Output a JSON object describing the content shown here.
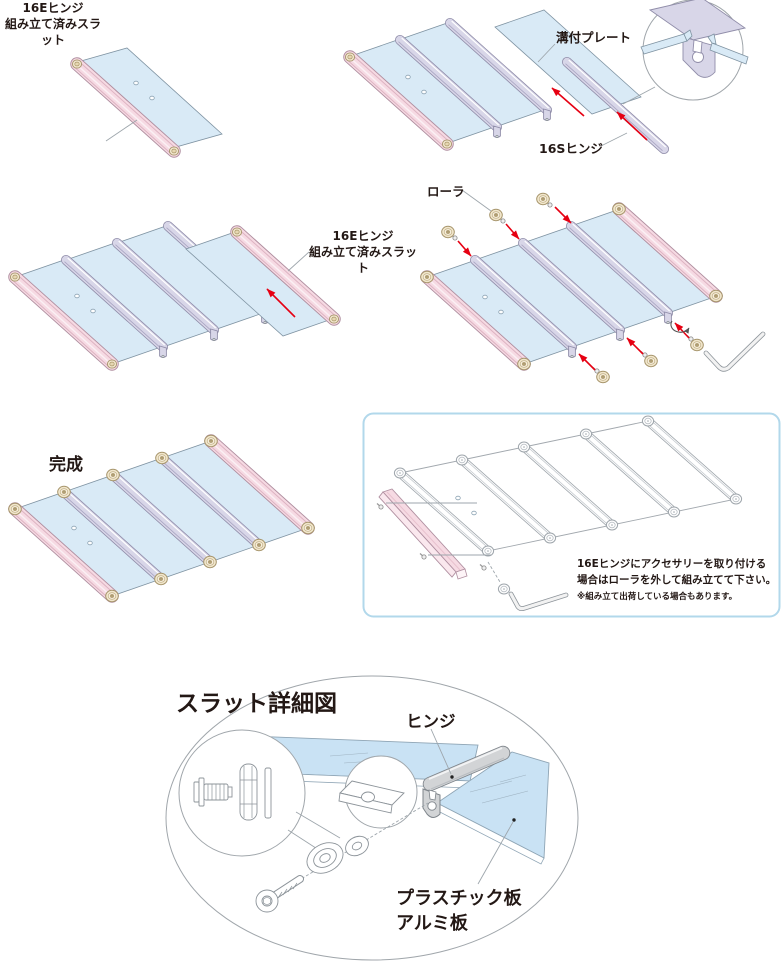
{
  "colors": {
    "plate": "#D9EAF6",
    "plateEdge": "#7F93A2",
    "pink": "#F6DAE3",
    "pinkEdge": "#B08FA0",
    "lavender": "#D8D6E8",
    "lavenderEdge": "#908DA9",
    "cream": "#F1E6CC",
    "creamEdge": "#A6946A",
    "red": "#E60012",
    "boxBorder": "#B2D8EB",
    "grayHinge": "#D2D4D6",
    "detailBlue": "#C9E2F4",
    "leader": "#9EA6AC",
    "text": "#231815"
  },
  "panels": {
    "step1": {
      "label_line1": "16Eヒンジ",
      "label_line2": "組み立て済みスラット"
    },
    "step2": {
      "plate_label": "溝付プレート",
      "hinge_label": "16Sヒンジ"
    },
    "step3": {
      "label_line1": "16Eヒンジ",
      "label_line2": "組み立て済みスラット"
    },
    "step4": {
      "roller_label": "ローラ"
    },
    "step5": {
      "complete_label": "完成"
    },
    "note_box": {
      "line1": "16Eヒンジにアクセサリーを取り付ける",
      "line2": "場合はローラを外して組み立てて下さい。",
      "note": "※組み立て出荷している場合もあります。"
    },
    "detail": {
      "title": "スラット詳細図",
      "hinge_label": "ヒンジ",
      "material_line1": "プラスチック板",
      "material_line2": "アルミ板"
    }
  }
}
